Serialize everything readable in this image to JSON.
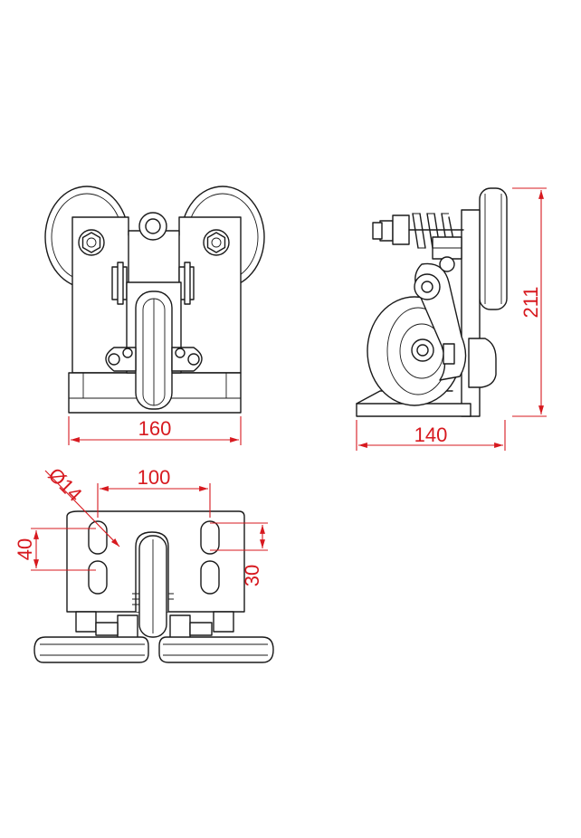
{
  "dimensions": {
    "front_width": "160",
    "side_width": "140",
    "side_height": "211",
    "hole_diameter": "Ø14",
    "hole_spacing_x": "100",
    "slot_pitch": "40",
    "slot_length": "30"
  },
  "colors": {
    "dimension": "#d7191f",
    "outline": "#1a1a1a",
    "background": "#ffffff"
  }
}
